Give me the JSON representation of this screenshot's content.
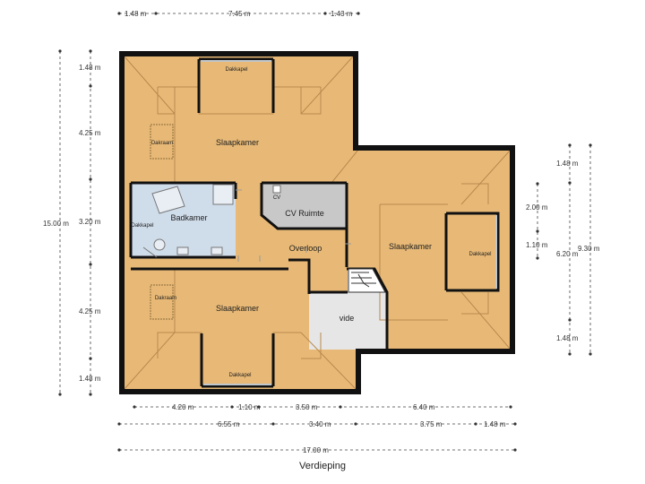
{
  "floor_title": "Verdieping",
  "colors": {
    "floor": "#E8B976",
    "wall": "#111111",
    "bathroom": "#CFDCEA",
    "cv_room": "#C8C8C8",
    "vide": "#E6E6E6",
    "ridge": "#B8894E"
  },
  "rooms": {
    "bedroom_top": "Slaapkamer",
    "bedroom_bottom": "Slaapkamer",
    "bedroom_right": "Slaapkamer",
    "bathroom": "Badkamer",
    "cv_room": "CV Ruimte",
    "landing": "Overloop",
    "vide": "vide"
  },
  "labels": {
    "dormer_top": "Dakkapel",
    "dormer_bottom": "Dakkapel",
    "dormer_right": "Dakkapel",
    "dormer_bath": "Dakkapel",
    "skylight_top": "Dakraam",
    "skylight_bottom": "Dakraam",
    "cv_unit": "CV"
  },
  "dimensions": {
    "top": [
      "1.48 m",
      "7.45 m",
      "1.43 m"
    ],
    "left": [
      "1.48 m",
      "4.25 m",
      "3.20 m",
      "4.25 m",
      "1.48 m"
    ],
    "left_total": "15.00 m",
    "right_inner": [
      "2.00 m",
      "1.10 m"
    ],
    "right_outer": [
      "1.48 m",
      "6.20 m",
      "1.48 m"
    ],
    "right_total": "9.30 m",
    "bottom_row1": [
      "4.20 m",
      "1.10 m",
      "3.50 m",
      "6.40 m"
    ],
    "bottom_row2": [
      "6.55 m",
      "3.40 m",
      "3.75 m",
      "1.48 m"
    ],
    "bottom_total": "17.00 m"
  }
}
